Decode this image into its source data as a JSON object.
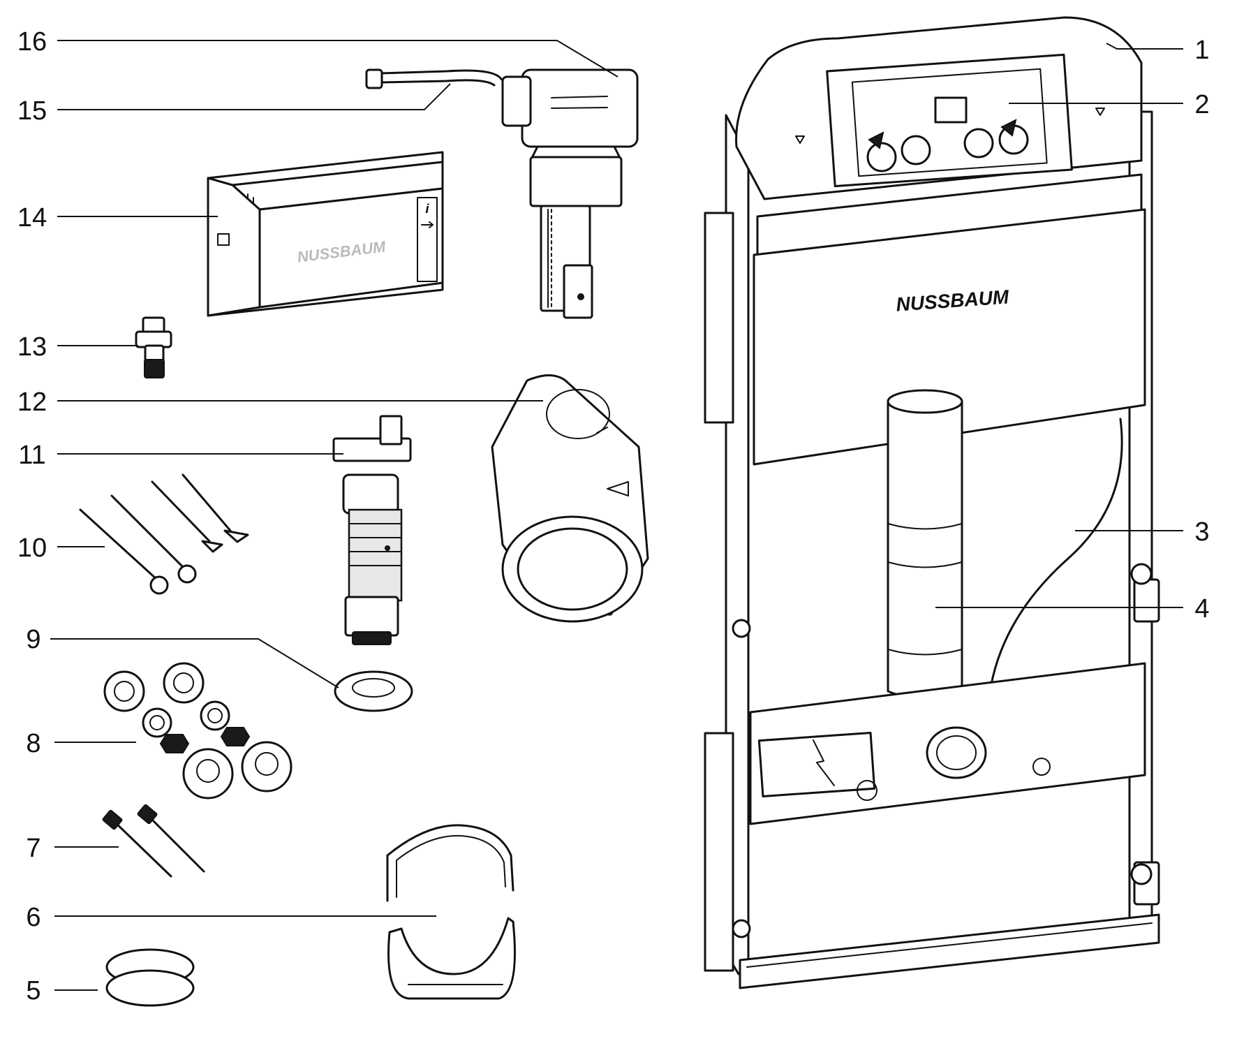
{
  "callouts": [
    {
      "id": "1",
      "label": "1"
    },
    {
      "id": "2",
      "label": "2"
    },
    {
      "id": "3",
      "label": "3"
    },
    {
      "id": "4",
      "label": "4"
    },
    {
      "id": "5",
      "label": "5"
    },
    {
      "id": "6",
      "label": "6"
    },
    {
      "id": "7",
      "label": "7"
    },
    {
      "id": "8",
      "label": "8"
    },
    {
      "id": "9",
      "label": "9"
    },
    {
      "id": "10",
      "label": "10"
    },
    {
      "id": "11",
      "label": "11"
    },
    {
      "id": "12",
      "label": "12"
    },
    {
      "id": "13",
      "label": "13"
    },
    {
      "id": "14",
      "label": "14"
    },
    {
      "id": "15",
      "label": "15"
    },
    {
      "id": "16",
      "label": "16"
    }
  ],
  "brand": {
    "frame_logo": "NUSSBAUM",
    "plate_logo": "NUSSBAUM"
  },
  "colors": {
    "line": "#111111",
    "background": "#ffffff",
    "shade": "#e8e8e8"
  }
}
